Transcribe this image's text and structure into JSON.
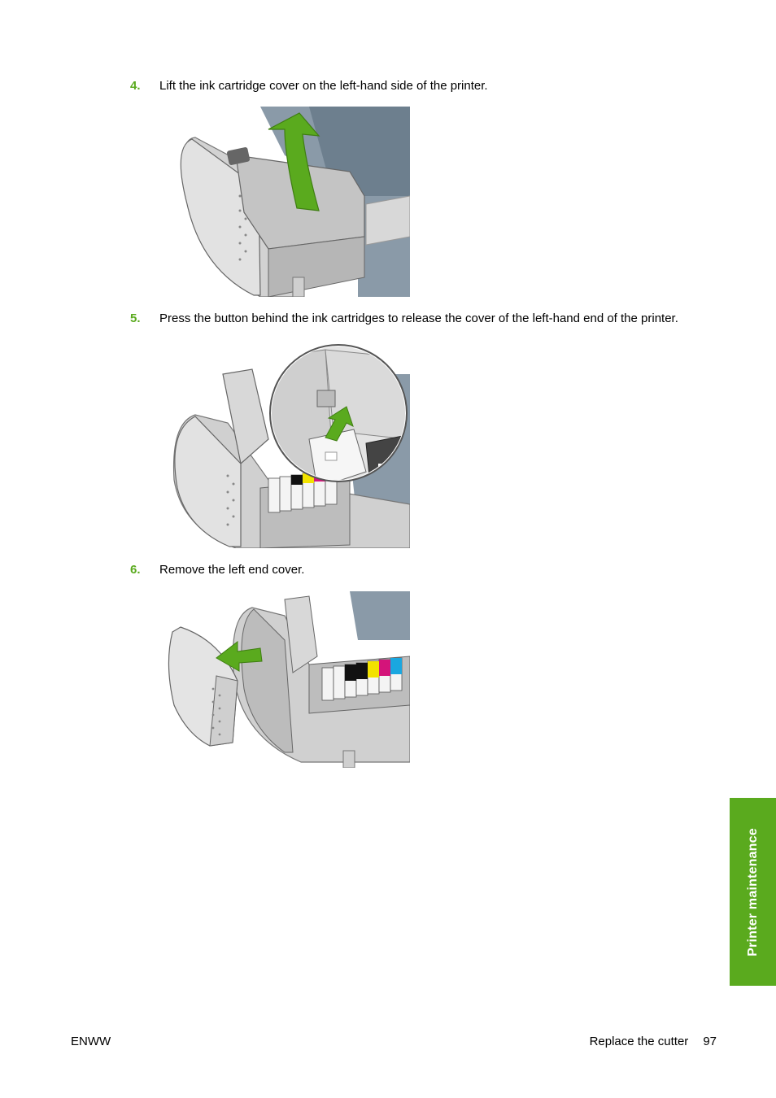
{
  "steps": [
    {
      "number": "4.",
      "text": "Lift the ink cartridge cover on the left-hand side of the printer."
    },
    {
      "number": "5.",
      "text": "Press the button behind the ink cartridges to release the cover of the left-hand end of the printer."
    },
    {
      "number": "6.",
      "text": "Remove the left end cover."
    }
  ],
  "side_tab": {
    "label": "Printer maintenance"
  },
  "footer": {
    "left": "ENWW",
    "section": "Replace the cutter",
    "page": "97"
  },
  "colors": {
    "accent_green": "#5aaa1e",
    "ink_yellow": "#f2e200",
    "ink_magenta": "#d4147a",
    "ink_cyan": "#1aa7e0",
    "ink_black": "#111111"
  }
}
